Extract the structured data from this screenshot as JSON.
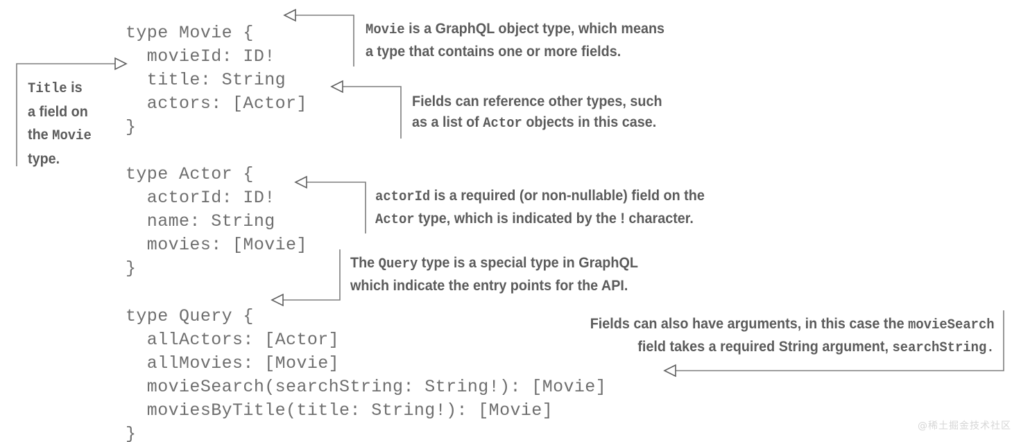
{
  "diagram": {
    "title": "GraphQL schema annotated diagram",
    "code_color": "#6e6e6e",
    "annotation_color": "#5b5b5b",
    "connector_color": "#7d7d7d",
    "background": "#ffffff"
  },
  "code_blocks": {
    "movie": "type Movie {\n  movieId: ID!\n  title: String\n  actors: [Actor]\n}",
    "actor": "type Actor {\n  actorId: ID!\n  name: String\n  movies: [Movie]\n}",
    "query": "type Query {\n  allActors: [Actor]\n  allMovies: [Movie]\n  movieSearch(searchString: String!): [Movie]\n  moviesByTitle(title: String!): [Movie]\n}"
  },
  "annotations": {
    "title_field": {
      "line1_code": "Title",
      "line1_rest": " is",
      "line2": "a field on",
      "line3_pre": "the ",
      "line3_code": "Movie",
      "line4": "type."
    },
    "movie_type": {
      "line1_code": "Movie",
      "line1_rest": " is a GraphQL object type, which means",
      "line2": "a type that contains one or more fields."
    },
    "fields_reference": {
      "line1": "Fields can reference other types, such",
      "line2_pre": "as a list of ",
      "line2_code": "Actor",
      "line2_post": " objects in this case."
    },
    "actor_id": {
      "line1_code": "actorId",
      "line1_rest": " is a required (or non-nullable) field on the",
      "line2_code": "Actor",
      "line2_rest": " type, which is indicated by the ! character."
    },
    "query_type": {
      "line1_pre": "The ",
      "line1_code": "Query",
      "line1_post": " type is a special type in GraphQL",
      "line2": "which indicate the entry points for the API."
    },
    "arguments": {
      "line1_pre": "Fields can also have arguments, in this case the ",
      "line1_code": "movieSearch",
      "line2_pre": "field takes a required String argument, ",
      "line2_code": "searchString."
    }
  },
  "watermark": {
    "text": "@稀土掘金技术社区"
  }
}
